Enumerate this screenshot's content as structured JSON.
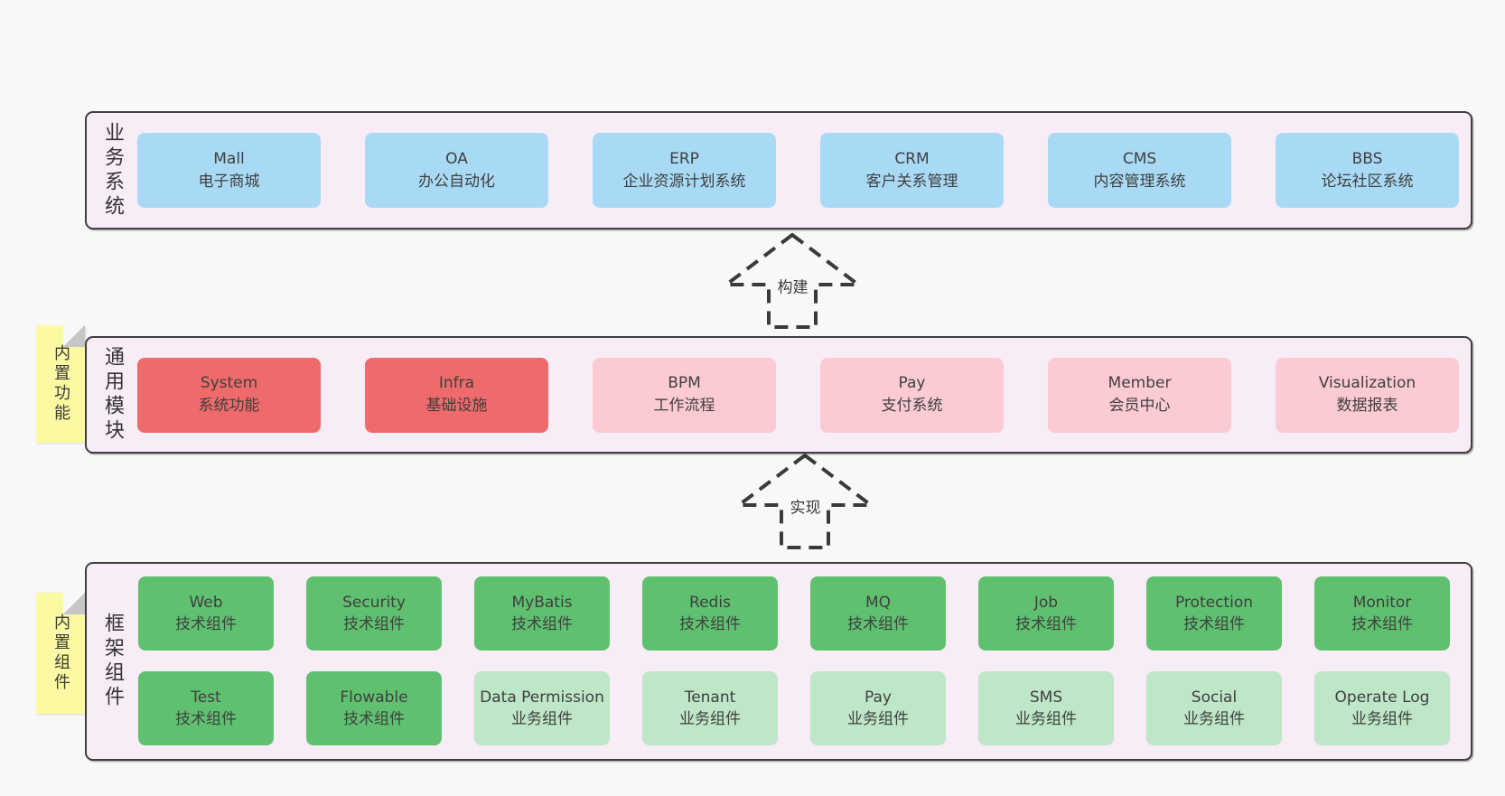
{
  "colors": {
    "page-bg": "#f8f8f8",
    "panel-bg": "#f8edf6",
    "panel-border": "#3f3f3f",
    "blue": "#a9daf5",
    "red": "#ef6a6a",
    "pink": "#fbcad3",
    "green": "#5fc170",
    "light-green": "#bde7c7",
    "yellow": "#fbf9a2",
    "fold-gray": "#c6c6c6",
    "text": "#3f3f3f"
  },
  "sections": [
    {
      "label": "业务系统",
      "boxes": [
        {
          "en": "Mall",
          "zh": "电子商城",
          "variant": "blue"
        },
        {
          "en": "OA",
          "zh": "办公自动化",
          "variant": "blue"
        },
        {
          "en": "ERP",
          "zh": "企业资源计划系统",
          "variant": "blue"
        },
        {
          "en": "CRM",
          "zh": "客户关系管理",
          "variant": "blue"
        },
        {
          "en": "CMS",
          "zh": "内容管理系统",
          "variant": "blue"
        },
        {
          "en": "BBS",
          "zh": "论坛社区系统",
          "variant": "blue"
        }
      ]
    },
    {
      "label": "通用模块",
      "tag": "内置功能",
      "boxes": [
        {
          "en": "System",
          "zh": "系统功能",
          "variant": "red"
        },
        {
          "en": "Infra",
          "zh": "基础设施",
          "variant": "red"
        },
        {
          "en": "BPM",
          "zh": "工作流程",
          "variant": "pink"
        },
        {
          "en": "Pay",
          "zh": "支付系统",
          "variant": "pink"
        },
        {
          "en": "Member",
          "zh": "会员中心",
          "variant": "pink"
        },
        {
          "en": "Visualization",
          "zh": "数据报表",
          "variant": "pink"
        }
      ]
    },
    {
      "label": "框架组件",
      "tag": "内置组件",
      "rows": [
        [
          {
            "en": "Web",
            "zh": "技术组件",
            "variant": "green"
          },
          {
            "en": "Security",
            "zh": "技术组件",
            "variant": "green"
          },
          {
            "en": "MyBatis",
            "zh": "技术组件",
            "variant": "green"
          },
          {
            "en": "Redis",
            "zh": "技术组件",
            "variant": "green"
          },
          {
            "en": "MQ",
            "zh": "技术组件",
            "variant": "green"
          },
          {
            "en": "Job",
            "zh": "技术组件",
            "variant": "green"
          },
          {
            "en": "Protection",
            "zh": "技术组件",
            "variant": "green"
          },
          {
            "en": "Monitor",
            "zh": "技术组件",
            "variant": "green"
          }
        ],
        [
          {
            "en": "Test",
            "zh": "技术组件",
            "variant": "green"
          },
          {
            "en": "Flowable",
            "zh": "技术组件",
            "variant": "green"
          },
          {
            "en": "Data Permission",
            "zh": "业务组件",
            "variant": "lightgreen"
          },
          {
            "en": "Tenant",
            "zh": "业务组件",
            "variant": "lightgreen"
          },
          {
            "en": "Pay",
            "zh": "业务组件",
            "variant": "lightgreen"
          },
          {
            "en": "SMS",
            "zh": "业务组件",
            "variant": "lightgreen"
          },
          {
            "en": "Social",
            "zh": "业务组件",
            "variant": "lightgreen"
          },
          {
            "en": "Operate Log",
            "zh": "业务组件",
            "variant": "lightgreen"
          }
        ]
      ]
    }
  ],
  "arrows": [
    {
      "label": "构建"
    },
    {
      "label": "实现"
    }
  ]
}
